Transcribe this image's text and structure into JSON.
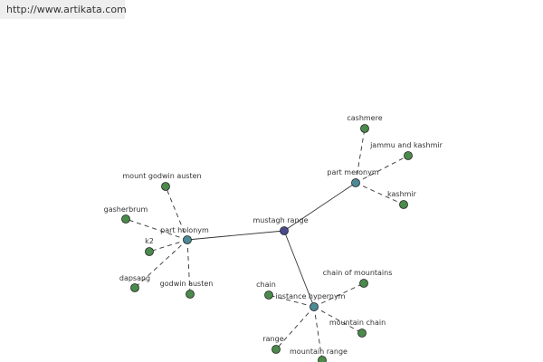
{
  "banner": {
    "url": "http://www.artikata.com"
  },
  "colors": {
    "root": "#4a4a8c",
    "relation": "#4c8a96",
    "leaf": "#4a8a4a",
    "edge": "#333333"
  },
  "graph": {
    "root": {
      "label": "mustagh range"
    },
    "relations": [
      {
        "id": "part-meronym",
        "label": "part meronym",
        "leaves": [
          "cashmere",
          "jammu and kashmir",
          "kashmir"
        ]
      },
      {
        "id": "part-holonym",
        "label": "part holonym",
        "leaves": [
          "mount godwin austen",
          "gasherbrum",
          "k2",
          "dapsang",
          "godwin austen"
        ]
      },
      {
        "id": "instance-hypernym",
        "label": "instance hypernym",
        "leaves": [
          "chain of mountains",
          "chain",
          "mountain chain",
          "range",
          "mountain range"
        ]
      }
    ]
  }
}
